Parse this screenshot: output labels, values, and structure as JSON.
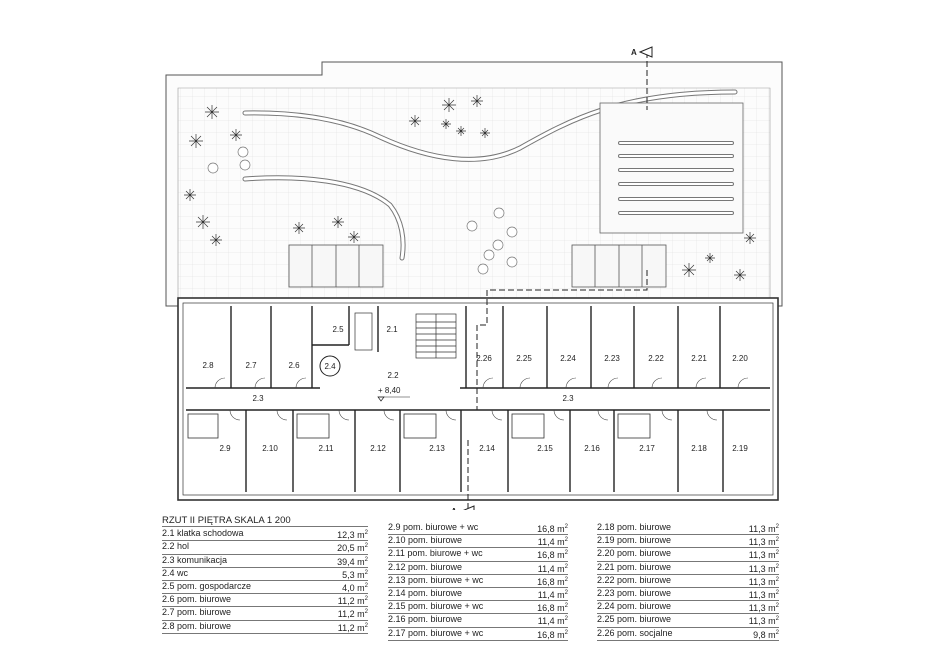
{
  "plan": {
    "section_marker": "A",
    "level_mark": "+ 8,40",
    "rooms": [
      {
        "id": "2.1"
      },
      {
        "id": "2.2"
      },
      {
        "id": "2.3"
      },
      {
        "id": "2.3"
      },
      {
        "id": "2.4"
      },
      {
        "id": "2.5"
      },
      {
        "id": "2.6"
      },
      {
        "id": "2.7"
      },
      {
        "id": "2.8"
      },
      {
        "id": "2.9"
      },
      {
        "id": "2.10"
      },
      {
        "id": "2.11"
      },
      {
        "id": "2.12"
      },
      {
        "id": "2.13"
      },
      {
        "id": "2.14"
      },
      {
        "id": "2.15"
      },
      {
        "id": "2.16"
      },
      {
        "id": "2.17"
      },
      {
        "id": "2.18"
      },
      {
        "id": "2.19"
      },
      {
        "id": "2.20"
      },
      {
        "id": "2.21"
      },
      {
        "id": "2.22"
      },
      {
        "id": "2.23"
      },
      {
        "id": "2.24"
      },
      {
        "id": "2.25"
      },
      {
        "id": "2.26"
      }
    ]
  },
  "legend": {
    "title": "RZUT II PIĘTRA SKALA 1 200",
    "unit_sup": "2",
    "col1": [
      {
        "name": "2.1 klatka schodowa",
        "area": "12,3 m"
      },
      {
        "name": "2.2 hol",
        "area": "20,5 m"
      },
      {
        "name": "2.3 komunikacja",
        "area": "39,4 m"
      },
      {
        "name": "2.4 wc",
        "area": "5,3 m"
      },
      {
        "name": "2.5 pom. gospodarcze",
        "area": "4,0 m"
      },
      {
        "name": "2.6 pom. biurowe",
        "area": "11,2 m"
      },
      {
        "name": "2.7 pom. biurowe",
        "area": "11,2 m"
      },
      {
        "name": "2.8 pom. biurowe",
        "area": "11,2 m"
      }
    ],
    "col2": [
      {
        "name": "2.9 pom. biurowe + wc",
        "area": "16,8 m"
      },
      {
        "name": "2.10 pom. biurowe",
        "area": "11,4 m"
      },
      {
        "name": "2.11 pom. biurowe + wc",
        "area": "16,8 m"
      },
      {
        "name": "2.12 pom. biurowe",
        "area": "11,4 m"
      },
      {
        "name": "2.13 pom. biurowe + wc",
        "area": "16,8 m"
      },
      {
        "name": "2.14 pom. biurowe",
        "area": "11,4 m"
      },
      {
        "name": "2.15 pom. biurowe + wc",
        "area": "16,8 m"
      },
      {
        "name": "2.16 pom. biurowe",
        "area": "11,4 m"
      },
      {
        "name": "2.17 pom. biurowe + wc",
        "area": "16,8 m"
      }
    ],
    "col3": [
      {
        "name": "2.18 pom. biurowe",
        "area": "11,3 m"
      },
      {
        "name": "2.19 pom. biurowe",
        "area": "11,3 m"
      },
      {
        "name": "2.20 pom. biurowe",
        "area": "11,3 m"
      },
      {
        "name": "2.21 pom. biurowe",
        "area": "11,3 m"
      },
      {
        "name": "2.22 pom. biurowe",
        "area": "11,3 m"
      },
      {
        "name": "2.23 pom. biurowe",
        "area": "11,3 m"
      },
      {
        "name": "2.24 pom. biurowe",
        "area": "11,3 m"
      },
      {
        "name": "2.25 pom. biurowe",
        "area": "11,3 m"
      },
      {
        "name": "2.26 pom. socjalne",
        "area": "9,8 m"
      }
    ]
  }
}
